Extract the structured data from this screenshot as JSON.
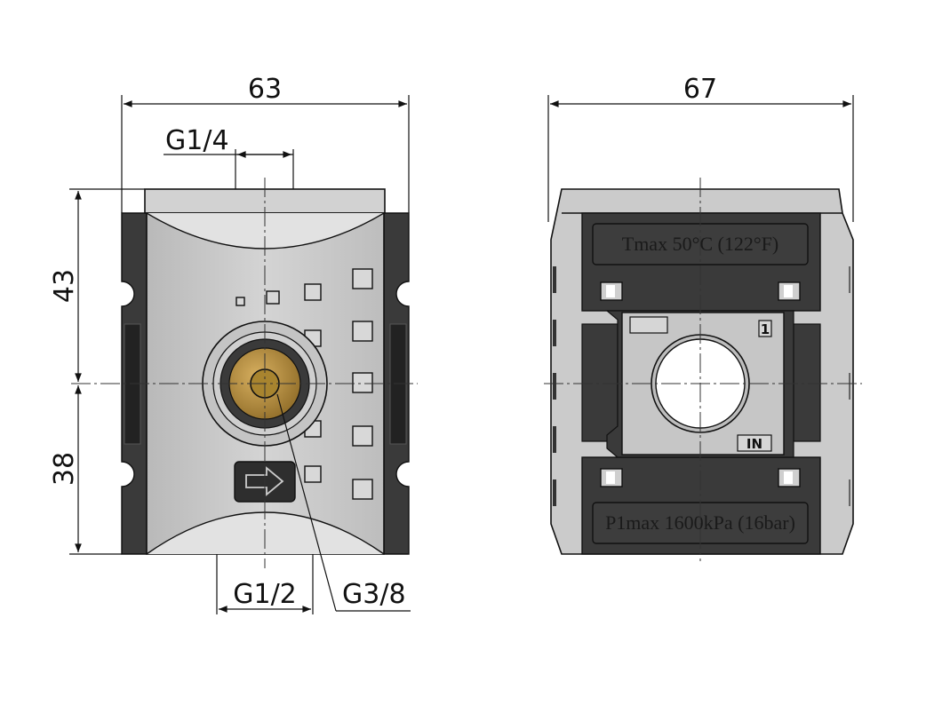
{
  "dimensions": {
    "front_width": "63",
    "side_width": "67",
    "upper_height": "43",
    "lower_height": "38",
    "top_port": "G1/4",
    "bottom_port": "G1/2",
    "center_port": "G3/8"
  },
  "labels": {
    "temperature": "Tmax 50°C (122°F)",
    "pressure": "P1max 1600kPa (16bar)",
    "port_number": "1",
    "inlet": "IN"
  },
  "colors": {
    "body_gray": "#c8c8c8",
    "dark_gray": "#3a3a3a",
    "brass": "#b08a3e",
    "cap_gray": "#d0d0d0"
  }
}
